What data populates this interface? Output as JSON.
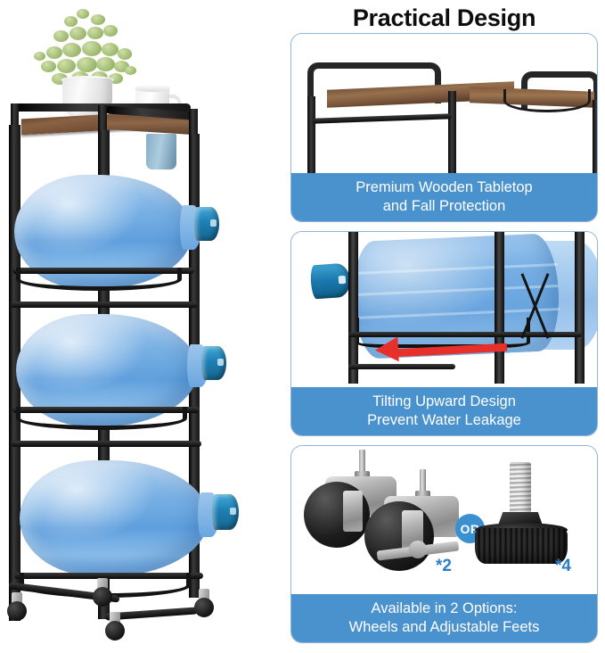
{
  "page": {
    "title": "Practical Design",
    "accent_blue": "#4a92ce",
    "badge_blue": "#3b90d2",
    "label_blue": "#2b7fc4",
    "arrow_red": "#e8302a",
    "border_blue": "#8fb4d6",
    "background": "#ffffff"
  },
  "hero": {
    "name": "water-bottle-storage-rack",
    "alt_objects": [
      "potted-plant",
      "white-mug",
      "blue-cup",
      "water-bottle",
      "caster-wheel"
    ]
  },
  "panels": [
    {
      "id": "panel-1",
      "art_name": "wooden-tabletop-detail",
      "caption_line1": "Premium Wooden Tabletop",
      "caption_line2": "and Fall Protection"
    },
    {
      "id": "panel-2",
      "art_name": "tilting-bottle-detail",
      "caption_line1": "Tilting Upward Design",
      "caption_line2": "Prevent Water Leakage"
    },
    {
      "id": "panel-3",
      "art_name": "wheels-and-feet-detail",
      "caption_line1": "Available in 2 Options:",
      "caption_line2": "Wheels and Adjustable Feets",
      "or_badge": "OR",
      "wheels_qty": "*2",
      "feet_qty": "*4"
    }
  ]
}
